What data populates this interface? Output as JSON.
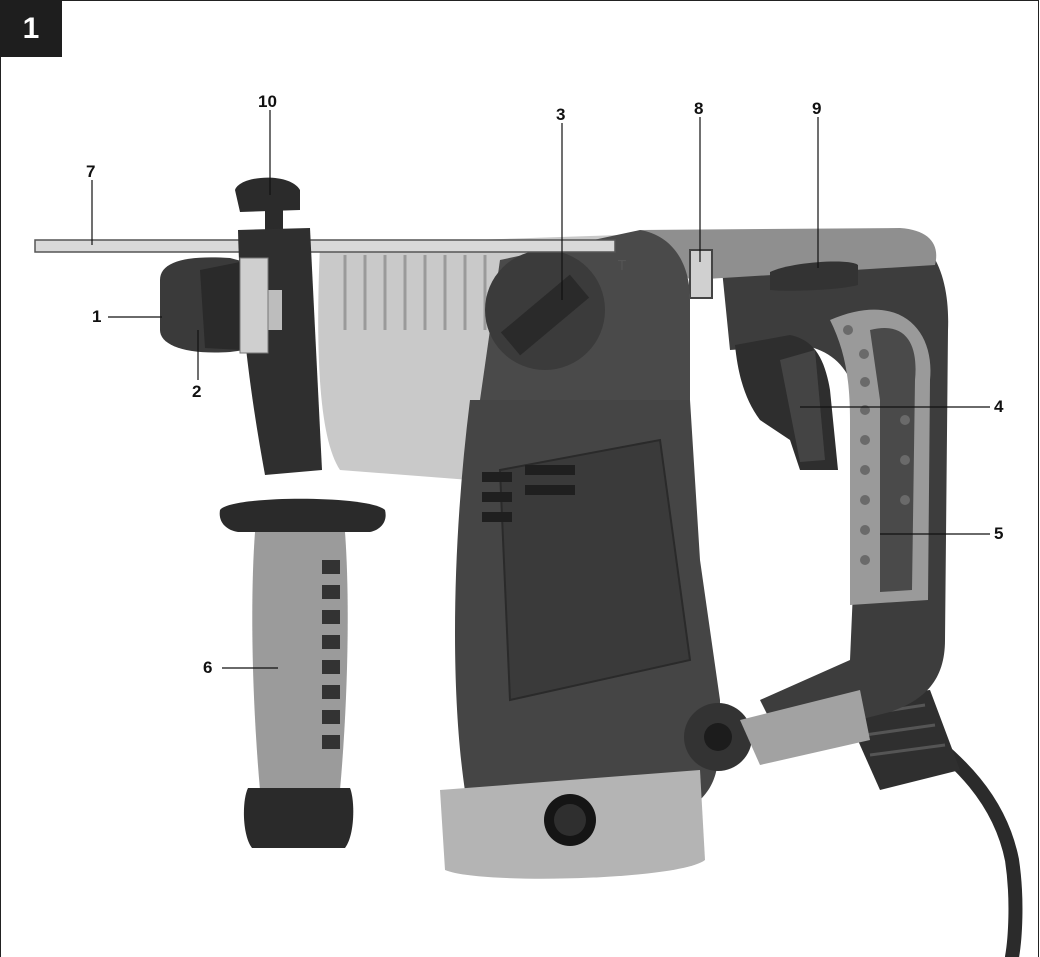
{
  "figure": {
    "number": "1"
  },
  "callouts": [
    {
      "id": "c1",
      "label": "1"
    },
    {
      "id": "c2",
      "label": "2"
    },
    {
      "id": "c3",
      "label": "3"
    },
    {
      "id": "c4",
      "label": "4"
    },
    {
      "id": "c5",
      "label": "5"
    },
    {
      "id": "c6",
      "label": "6"
    },
    {
      "id": "c7",
      "label": "7"
    },
    {
      "id": "c8",
      "label": "8"
    },
    {
      "id": "c9",
      "label": "9"
    },
    {
      "id": "c10",
      "label": "10"
    }
  ],
  "colors": {
    "body_dark": "#3a3a3a",
    "body_mid": "#6d6d6d",
    "body_light": "#a9a9a9",
    "highlight": "#d2d2d2",
    "badge": "#1e1e1e"
  }
}
